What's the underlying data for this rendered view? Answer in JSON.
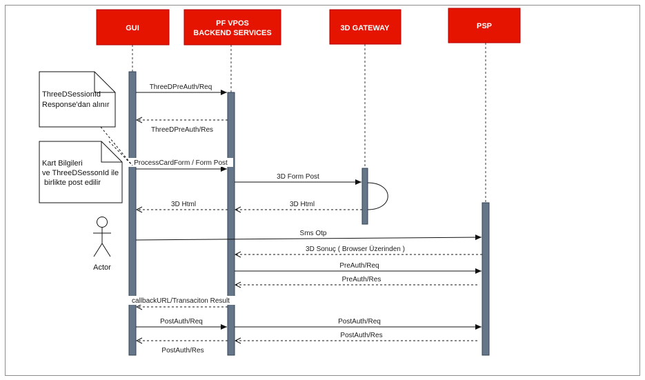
{
  "participants": [
    {
      "id": "gui",
      "label_lines": [
        "GUI"
      ]
    },
    {
      "id": "backend",
      "label_lines": [
        "PF VPOS",
        "BACKEND SERVICES"
      ]
    },
    {
      "id": "gateway",
      "label_lines": [
        "3D GATEWAY"
      ]
    },
    {
      "id": "psp",
      "label_lines": [
        "PSP"
      ]
    }
  ],
  "messages": [
    {
      "label": "ThreeDPreAuth/Req",
      "from": "gui",
      "to": "backend",
      "style": "solid"
    },
    {
      "label": "ThreeDPreAuth/Res",
      "from": "backend",
      "to": "gui",
      "style": "dashed"
    },
    {
      "label": "ProcessCardForm / Form Post",
      "from": "gui",
      "to": "backend",
      "style": "solid"
    },
    {
      "label": "3D Form Post",
      "from": "backend",
      "to": "gateway",
      "style": "solid"
    },
    {
      "label": "3D Html",
      "from": "gateway",
      "to": "backend",
      "style": "dashed"
    },
    {
      "label": "3D Html",
      "from": "backend",
      "to": "gui",
      "style": "dashed"
    },
    {
      "label": "Sms Otp",
      "from": "gui",
      "to": "psp",
      "style": "solid"
    },
    {
      "label": "3D Sonuç ( Browser Üzerinden )",
      "from": "psp",
      "to": "backend",
      "style": "dashed"
    },
    {
      "label": "PreAuth/Req",
      "from": "backend",
      "to": "psp",
      "style": "solid"
    },
    {
      "label": "PreAuth/Res",
      "from": "psp",
      "to": "backend",
      "style": "dashed"
    },
    {
      "label": "callbackURL/Transaciton Result",
      "from": "backend",
      "to": "gui",
      "style": "dashed"
    },
    {
      "label": "PostAuth/Req",
      "from": "gui",
      "to": "backend",
      "style": "solid"
    },
    {
      "label": "PostAuth/Req",
      "from": "backend",
      "to": "psp",
      "style": "solid"
    },
    {
      "label": "PostAuth/Res",
      "from": "psp",
      "to": "backend",
      "style": "dashed"
    },
    {
      "label": "PostAuth/Res",
      "from": "backend",
      "to": "gui",
      "style": "dashed"
    }
  ],
  "notes": [
    {
      "lines": [
        "ThreeDSessionId",
        "Response'dan alınır"
      ]
    },
    {
      "lines": [
        "Kart Bilgileri",
        "ve ThreeDSessonId ile",
        " birlikte post edilir"
      ]
    }
  ],
  "actor": {
    "label": "Actor"
  },
  "colors": {
    "header": "#e51400",
    "header_border": "#b20000",
    "activation": "#647687",
    "activation_border": "#314354",
    "line": "#333333"
  }
}
